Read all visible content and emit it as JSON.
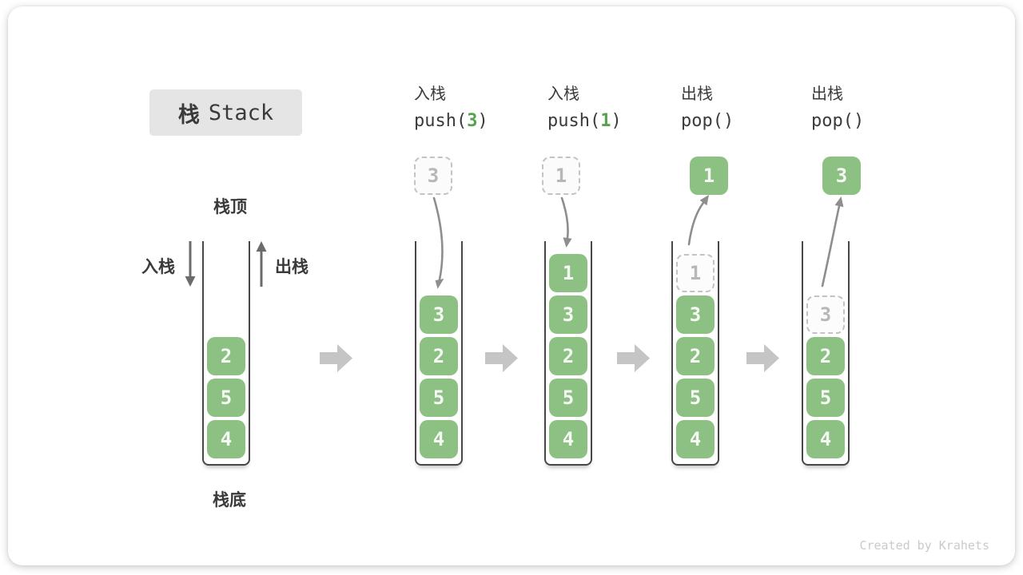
{
  "title": {
    "zh": "栈",
    "en": "Stack"
  },
  "labels": {
    "stack_top": "栈顶",
    "stack_bottom": "栈底",
    "push_side": "入栈",
    "pop_side": "出栈"
  },
  "ops": [
    {
      "zh": "入栈",
      "fn": "push(",
      "arg": "3",
      "close": ")"
    },
    {
      "zh": "入栈",
      "fn": "push(",
      "arg": "1",
      "close": ")"
    },
    {
      "zh": "出栈",
      "fn": "pop()",
      "arg": "",
      "close": ""
    },
    {
      "zh": "出栈",
      "fn": "pop()",
      "arg": "",
      "close": ""
    }
  ],
  "stacks": [
    {
      "name": "initial",
      "cells": [
        {
          "v": "4"
        },
        {
          "v": "5"
        },
        {
          "v": "2"
        }
      ]
    },
    {
      "name": "after-push-3",
      "incoming": "3",
      "cells": [
        {
          "v": "4"
        },
        {
          "v": "5"
        },
        {
          "v": "2"
        },
        {
          "v": "3"
        }
      ]
    },
    {
      "name": "after-push-1",
      "incoming": "1",
      "cells": [
        {
          "v": "4"
        },
        {
          "v": "5"
        },
        {
          "v": "2"
        },
        {
          "v": "3"
        },
        {
          "v": "1"
        }
      ]
    },
    {
      "name": "after-pop-1",
      "popped": "1",
      "cells": [
        {
          "v": "4"
        },
        {
          "v": "5"
        },
        {
          "v": "2"
        },
        {
          "v": "3"
        },
        {
          "v": "1",
          "ghost": true
        }
      ]
    },
    {
      "name": "after-pop-3",
      "popped": "3",
      "cells": [
        {
          "v": "4"
        },
        {
          "v": "5"
        },
        {
          "v": "2"
        },
        {
          "v": "3",
          "ghost": true
        }
      ]
    }
  ],
  "watermark": "Created by Krahets",
  "colors": {
    "item_green": "#8dc183",
    "arg_green": "#57a14e",
    "container_stroke": "#474747",
    "curve_arrow_gray": "#8e8e8e",
    "side_arrow_gray": "#6b6b6b",
    "flow_arrow_gray": "#c5c5c5",
    "ghost_border": "#c3c3c3",
    "title_bg": "#e5e5e5",
    "text_dark": "#3a3a3a",
    "watermark_gray": "#c9cbca"
  }
}
